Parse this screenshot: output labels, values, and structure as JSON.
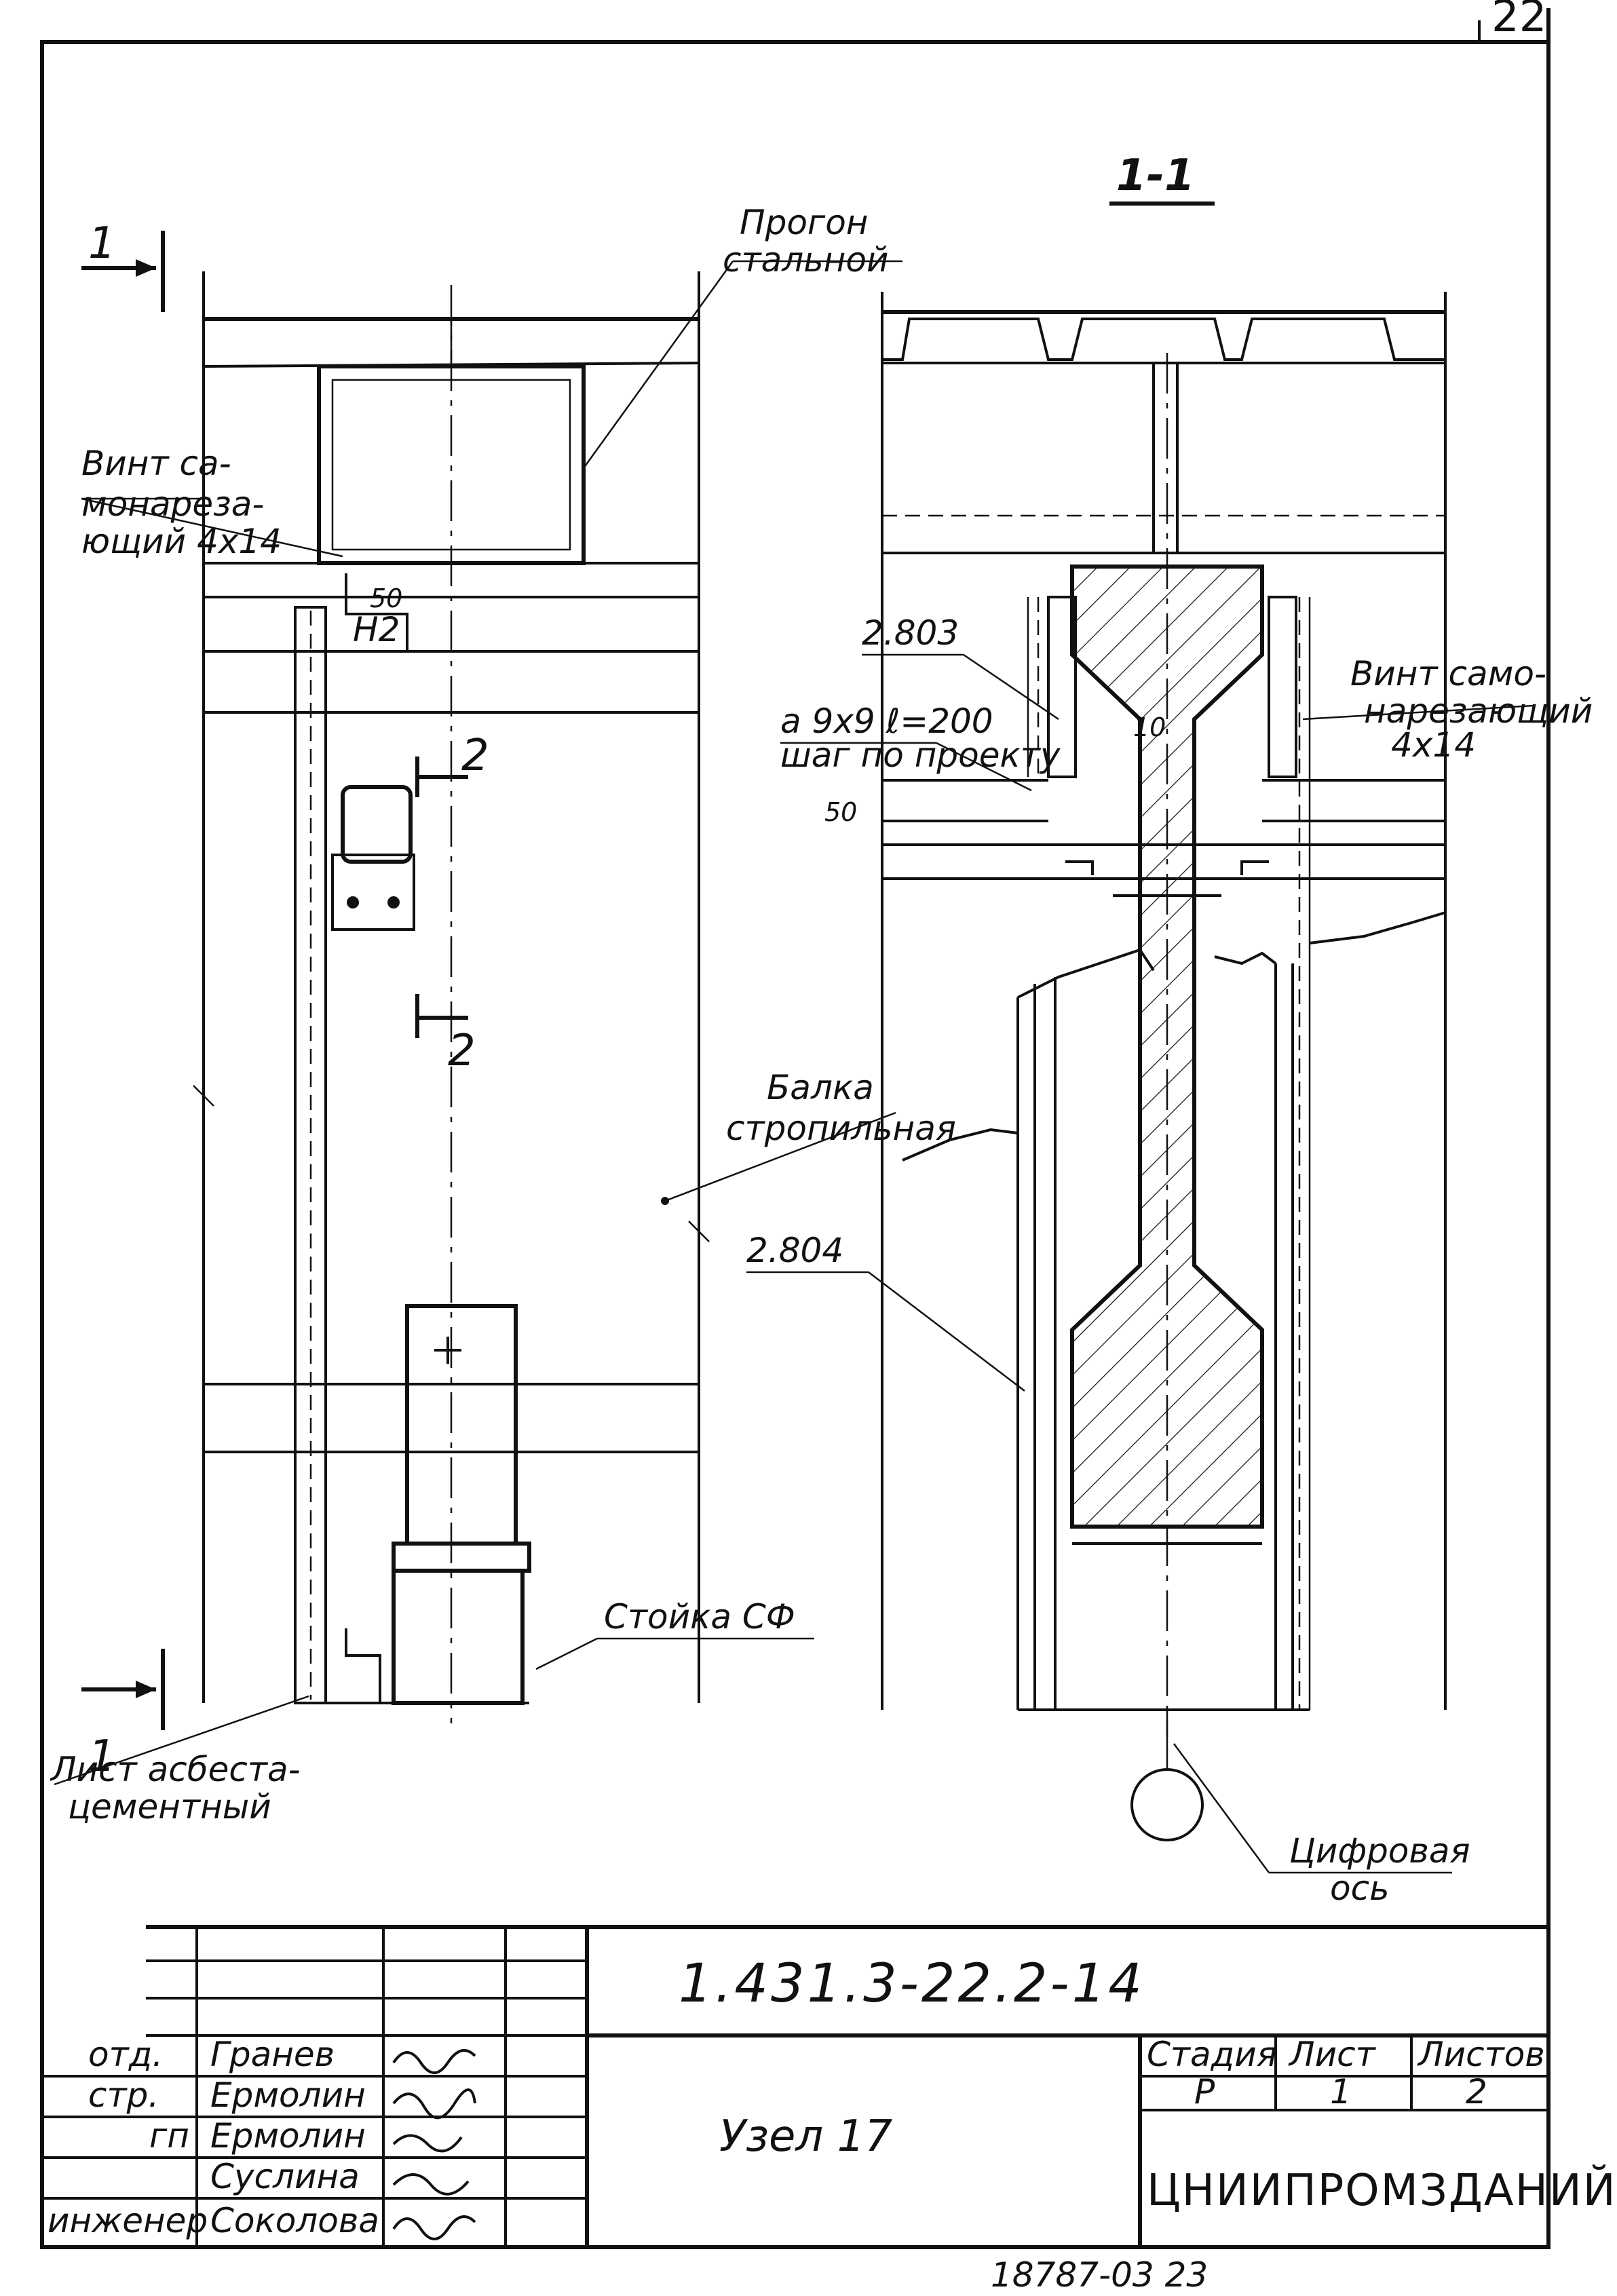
{
  "page_number": "22",
  "section_mark": "1-1",
  "cut_mark": "1",
  "section_mark_2": "2",
  "labels": {
    "purlin_line1": "Прогон",
    "purlin_line2": "стальной",
    "screw_left_line1": "Винт са-",
    "screw_left_line2": "монарезa-",
    "screw_left_line3": "ющий 4х14",
    "dim_50": "50",
    "weld_h2": "H2",
    "ref_2803": "2.803",
    "anchor_line1": "а 9х9 ℓ=200",
    "anchor_line2": "шаг по проекту",
    "dim_10": "10",
    "dim_50b": "50",
    "screw_right_line1": "Винт само-",
    "screw_right_line2": "нарезающий",
    "screw_right_line3": "4х14",
    "beam_line1": "Балка",
    "beam_line2": "стропильная",
    "ref_2804": "2.804",
    "column": "Стойка СФ",
    "sheet_line1": "Лист асбеста-",
    "sheet_line2": "цементный",
    "axis_line1": "Цифровая",
    "axis_line2": "ось"
  },
  "title_block": {
    "document_code": "1.431.3-22.2-14",
    "drawing_title": "Узел 17",
    "stage_header": "Стадия",
    "sheet_header": "Лист",
    "sheets_header": "Листов",
    "stage_value": "Р",
    "sheet_value": "1",
    "sheets_value": "2",
    "organization": "ЦНИИПРОМЗДАНИЙ",
    "signers": [
      {
        "role": "отд.",
        "name": "Гранев"
      },
      {
        "role": "стр.",
        "name": "Ермолин"
      },
      {
        "role": "гп",
        "name": "Ермолин"
      },
      {
        "role": "",
        "name": "Суслина"
      },
      {
        "role": "инженер",
        "name": "Соколова"
      }
    ]
  },
  "footer_number": "18787-03  23"
}
